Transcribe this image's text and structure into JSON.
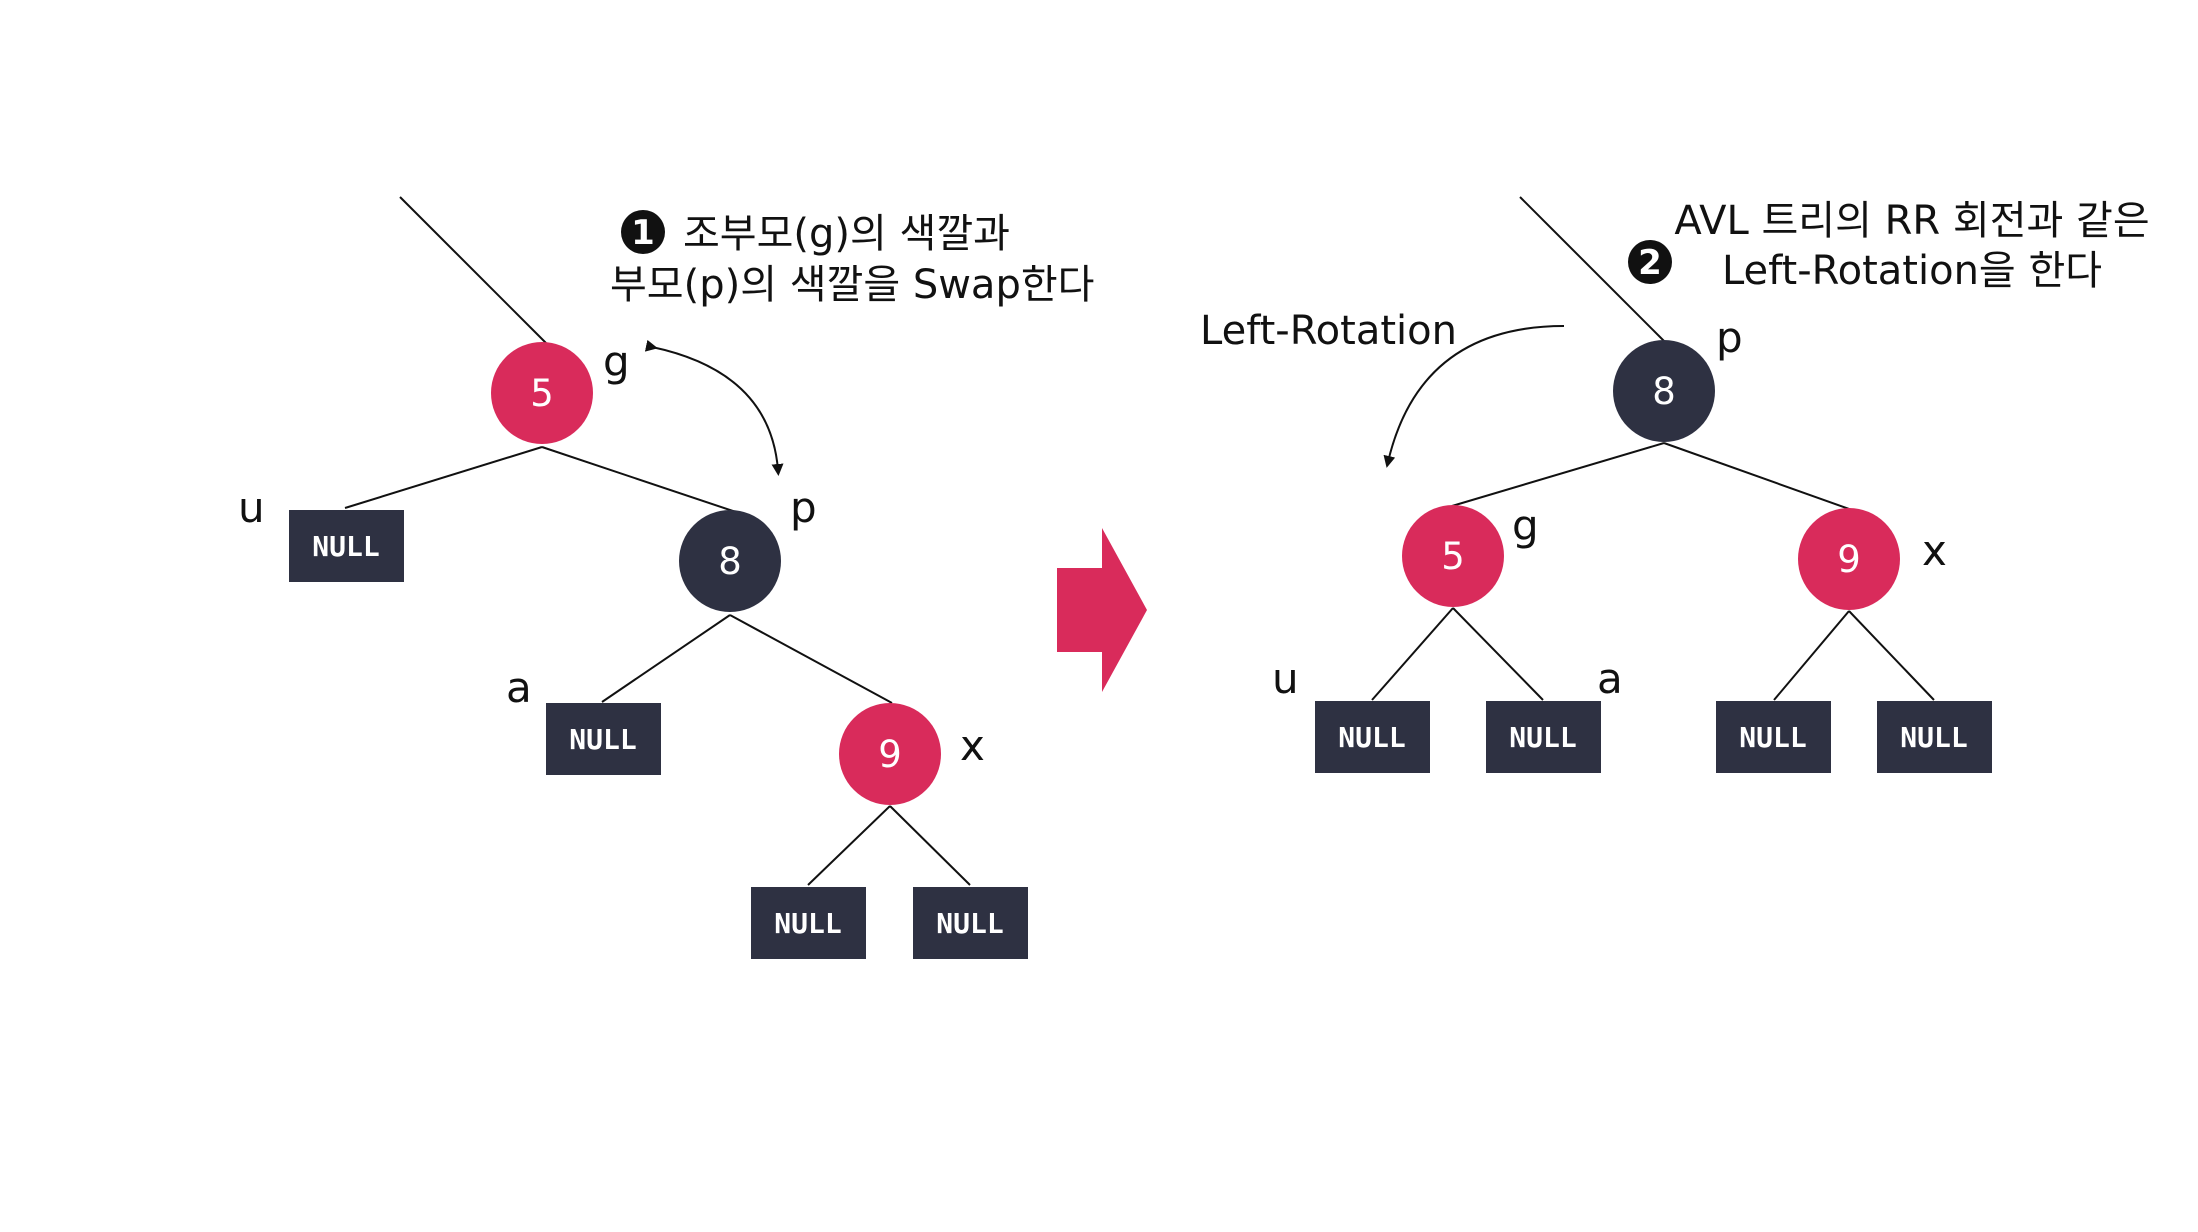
{
  "colors": {
    "red_node": "#d92b5b",
    "black_node": "#2e3142",
    "null_box": "#2e3142",
    "arrow": "#d92b5b",
    "line": "#111111"
  },
  "left_tree": {
    "caption_step": "1",
    "caption_line1": "조부모(g)의 색깔과",
    "caption_line2": "부모(p)의 색깔을 Swap한다",
    "nodes": [
      {
        "id": "g",
        "value": "5",
        "color": "red",
        "tag": "g"
      },
      {
        "id": "p",
        "value": "8",
        "color": "black",
        "tag": "p"
      },
      {
        "id": "x",
        "value": "9",
        "color": "red",
        "tag": "x"
      }
    ],
    "nulls": [
      {
        "label": "NULL",
        "tag": "u"
      },
      {
        "label": "NULL",
        "tag": "a"
      },
      {
        "label": "NULL",
        "tag": ""
      },
      {
        "label": "NULL",
        "tag": ""
      }
    ]
  },
  "right_tree": {
    "caption_step": "2",
    "caption_line1": "AVL 트리의 RR 회전과 같은",
    "caption_line2": "Left-Rotation을 한다",
    "rotation_label": "Left-Rotation",
    "nodes": [
      {
        "id": "p",
        "value": "8",
        "color": "black",
        "tag": "p"
      },
      {
        "id": "g",
        "value": "5",
        "color": "red",
        "tag": "g"
      },
      {
        "id": "x",
        "value": "9",
        "color": "red",
        "tag": "x"
      }
    ],
    "nulls": [
      {
        "label": "NULL",
        "tag": "u"
      },
      {
        "label": "NULL",
        "tag": "a"
      },
      {
        "label": "NULL",
        "tag": ""
      },
      {
        "label": "NULL",
        "tag": ""
      }
    ]
  }
}
